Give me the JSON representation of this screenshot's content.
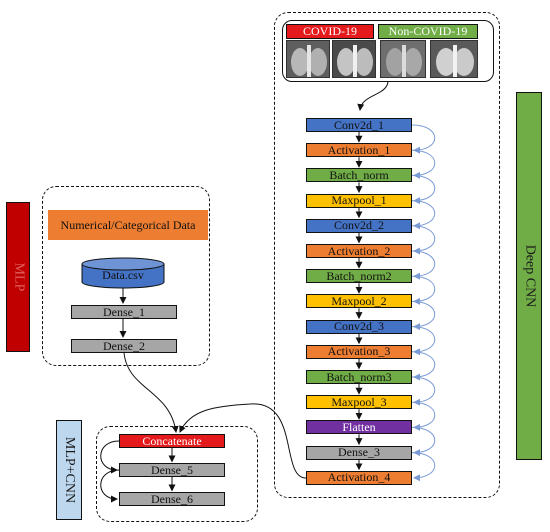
{
  "colors": {
    "blue": "#4472c4",
    "orange": "#ed7d31",
    "green": "#70ad47",
    "yellow": "#ffc000",
    "purple": "#7030a0",
    "gray": "#a6a6a6",
    "red": "#e41a1c",
    "dark_red": "#c00000",
    "light_blue": "#bdd7ee",
    "skip_arrow": "#7a9bd6"
  },
  "labels": {
    "covid": "COVID-19",
    "non_covid": "Non-COVID-19",
    "mlp": "MLP",
    "deep_cnn": "Deep CNN",
    "mlp_cnn": "MLP+CNN",
    "numerical": "Numerical/Categorical Data",
    "data_csv": "Data.csv"
  },
  "mlp_layers": [
    "Dense_1",
    "Dense_2"
  ],
  "cnn_layers": [
    {
      "label": "Conv2d_1",
      "color": "blue"
    },
    {
      "label": "Activation_1",
      "color": "orange"
    },
    {
      "label": "Batch_norm",
      "color": "green"
    },
    {
      "label": "Maxpool_1",
      "color": "yellow"
    },
    {
      "label": "Conv2d_2",
      "color": "blue"
    },
    {
      "label": "Activation_2",
      "color": "orange"
    },
    {
      "label": "Batch_norm2",
      "color": "green"
    },
    {
      "label": "Maxpool_2",
      "color": "yellow"
    },
    {
      "label": "Conv2d_3",
      "color": "blue"
    },
    {
      "label": "Activation_3",
      "color": "orange"
    },
    {
      "label": "Batch_norm3",
      "color": "green"
    },
    {
      "label": "Maxpool_3",
      "color": "yellow"
    },
    {
      "label": "Flatten",
      "color": "purple"
    },
    {
      "label": "Dense_3",
      "color": "gray"
    },
    {
      "label": "Activation_4",
      "color": "orange"
    }
  ],
  "fusion_layers": [
    {
      "label": "Concatenate",
      "color": "red"
    },
    {
      "label": "Dense_5",
      "color": "gray"
    },
    {
      "label": "Dense_6",
      "color": "gray"
    }
  ]
}
